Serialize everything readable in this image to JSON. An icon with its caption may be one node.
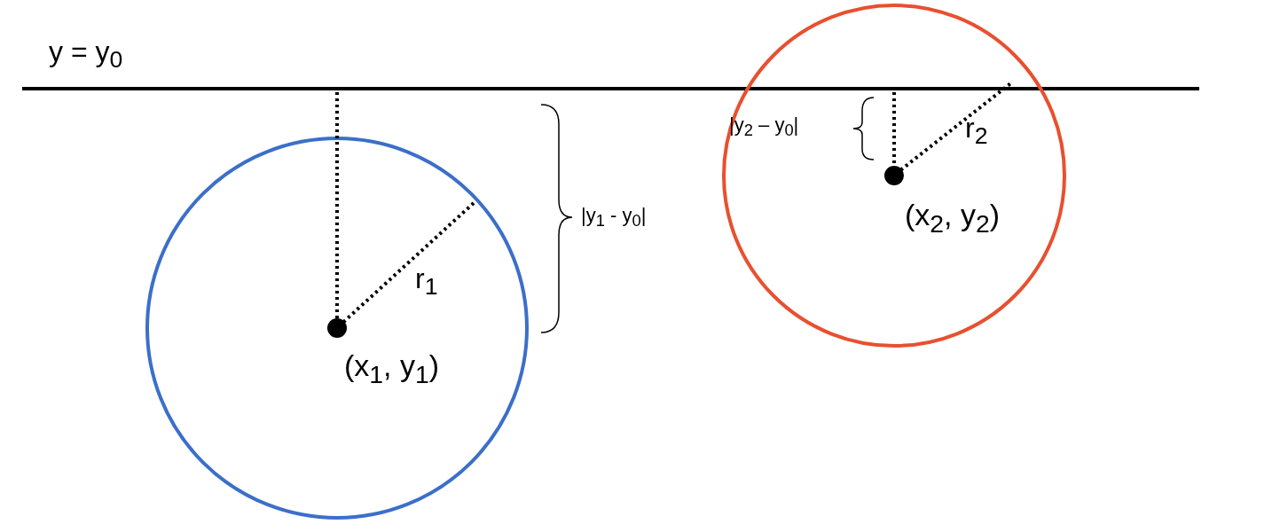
{
  "diagram": {
    "labels": [
      "y = y$_{0}$",
      "|y$_{2}$ – y$_{0}$|",
      "r$_{2}$",
      "|y$_{1}$ - y$_{0}$|",
      "(x$_{2}$, y$_{2}$)",
      "r$_{1}$",
      "(x$_{1}$, y$_{1}$)"
    ]
  }
}
